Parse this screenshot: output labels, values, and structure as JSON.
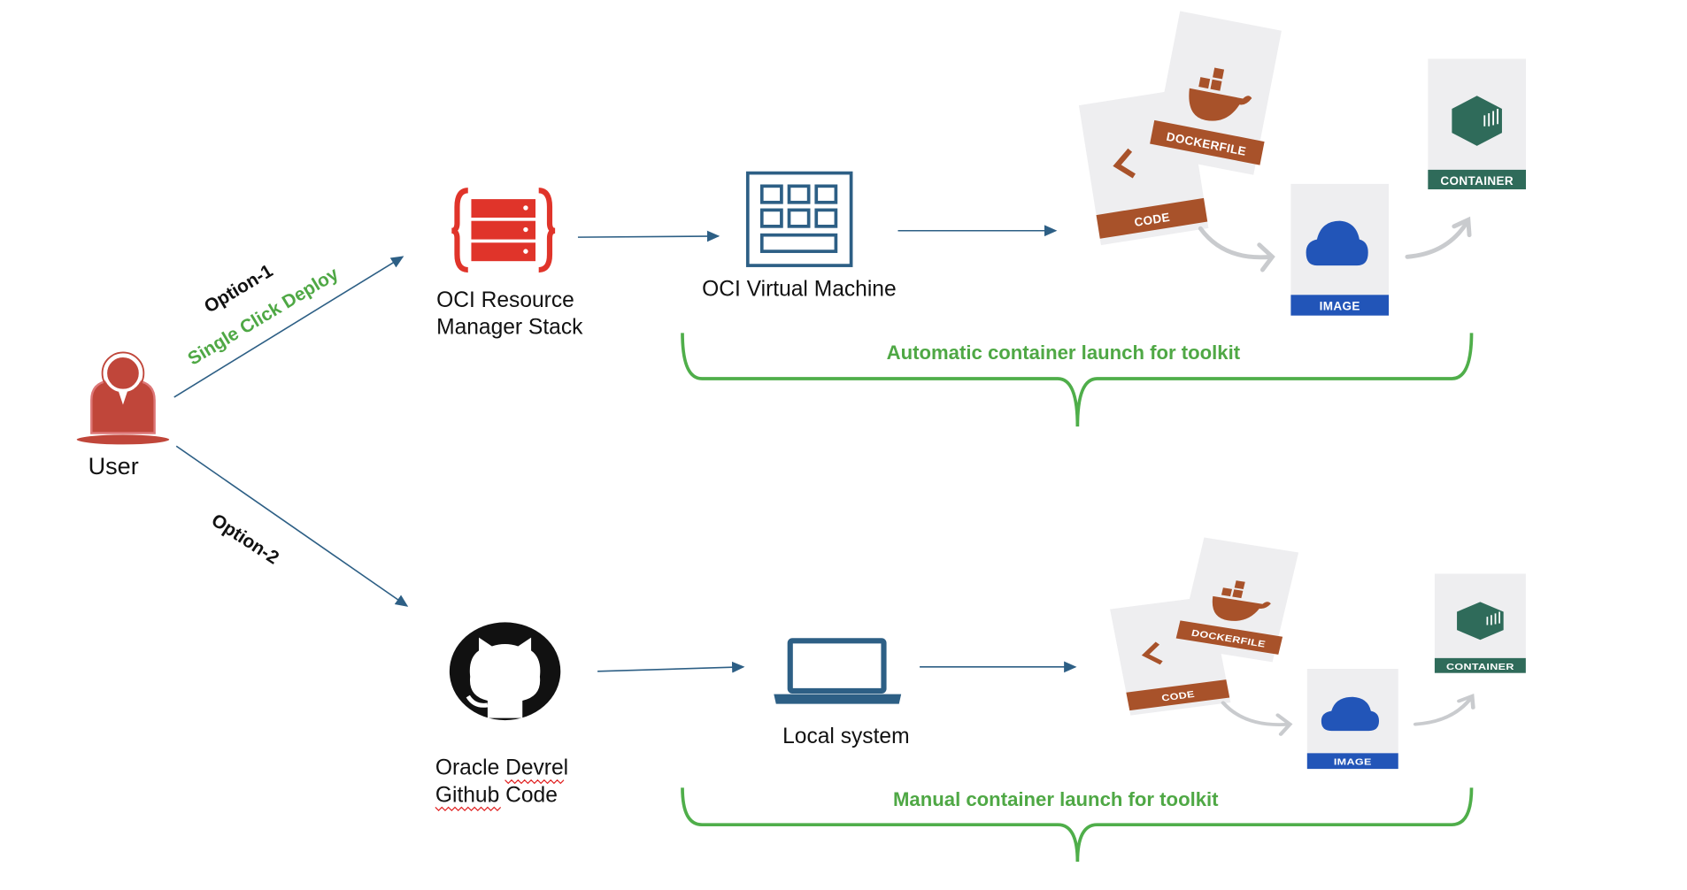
{
  "user": {
    "label": "User"
  },
  "option1": {
    "label": "Option-1",
    "sublabel": "Single Click Deploy"
  },
  "option2": {
    "label": "Option-2"
  },
  "resource_manager": {
    "line1": "OCI Resource",
    "line2": "Manager Stack"
  },
  "virtual_machine": {
    "label": "OCI Virtual Machine"
  },
  "github": {
    "line1": "Oracle Devrel",
    "line2": "Github Code"
  },
  "local_system": {
    "label": "Local system"
  },
  "cards": {
    "code": "CODE",
    "dockerfile": "DOCKERFILE",
    "image": "IMAGE",
    "container": "CONTAINER"
  },
  "brace_top": {
    "label": "Automatic container launch for toolkit"
  },
  "brace_bottom": {
    "label": "Manual container launch for toolkit"
  },
  "colors": {
    "arrow": "#2d5f85",
    "green": "#4fae4a",
    "oracle_red": "#e0342a",
    "docker_brown": "#a8522a",
    "image_blue": "#2255b8",
    "container_green": "#2f6b5a"
  }
}
